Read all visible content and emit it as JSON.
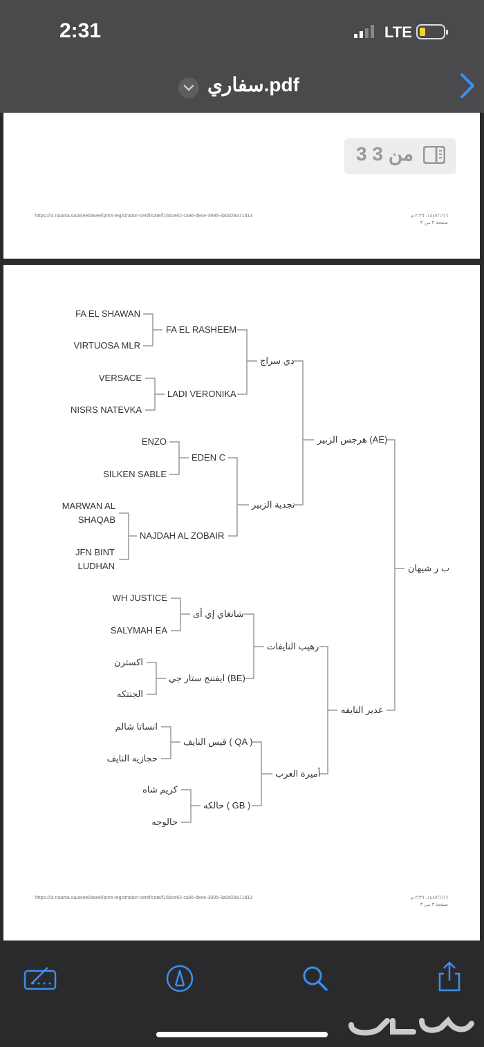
{
  "status": {
    "time": "2:31",
    "network": "LTE"
  },
  "header": {
    "title": "سفاري.pdf"
  },
  "page_indicator": "3 من 3",
  "footer": {
    "url": "https://ui.naama.sa/aseel/aseel/print-registration-certificate/f16bce62-ca96-dece-3995-3a0d28a71d13",
    "date": "١٤٤٧/١/١٦، ٢:٣٦ م",
    "page": "صفحة ٣ من ٣"
  },
  "pedigree": {
    "subject": "ب ر شيهان",
    "sire": "هرجس الزبير (AE)",
    "dam": "غدير النايفه",
    "sire_sire": "دي سراج",
    "sire_dam": "نجدية الزبير",
    "dam_sire": "رهيب النايفات",
    "dam_dam": "أميرة العرب",
    "ss_s": "FA EL RASHEEM",
    "ss_d": "LADI VERONIKA",
    "sd_s": "EDEN C",
    "sd_d": "NAJDAH AL ZOBAIR",
    "ds_s": "شانغاي إي أى",
    "ds_d": "ايفننج ستار جي (BE)",
    "dd_s": "قيس النايف ( QA )",
    "dd_d": "حالكه ( GB )",
    "g1": "FA EL SHAWAN",
    "g2": "VIRTUOSA MLR",
    "g3": "VERSACE",
    "g4": "NISRS NATEVKA",
    "g5": "ENZO",
    "g6": "SILKEN SABLE",
    "g7a": "MARWAN AL",
    "g7b": "SHAQAB",
    "g8a": "JFN BINT",
    "g8b": "LUDHAN",
    "g9": "WH JUSTICE",
    "g10": "SALYMAH EA",
    "g11": "اكسترن",
    "g12": "الجنتكه",
    "g13": "انساتا شالم",
    "g14": "حجازيه النايف",
    "g15": "كريم شاه",
    "g16": "حالوجه"
  },
  "watermark": "حراج",
  "toolbar": [
    "markup-icon",
    "pen-icon",
    "search-icon",
    "share-icon"
  ]
}
